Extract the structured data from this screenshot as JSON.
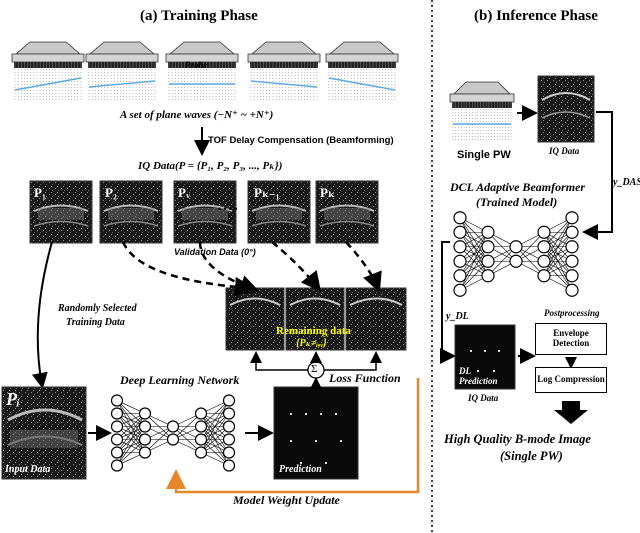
{
  "training": {
    "title": "(a) Training Phase",
    "probe_label": "Probe",
    "plane_waves": "A set of plane waves (−N⁺ ~ +N⁺)",
    "tof": "TOF Delay Compensation (Beamforming)",
    "iq_data": "IQ Data(P = {P₁, P₂, P₃, ..., Pₖ})",
    "frames": [
      "P₁",
      "P₂",
      "Pᵥ",
      "Pₖ₋₁",
      "Pₖ"
    ],
    "dots": "• • • •",
    "validation": "Validation Data (0°)",
    "remaining": "Remaining data",
    "remaining_sub": "{Pₖ≠ᵢ,ᵥ}",
    "randomly": "Randomly Selected",
    "training_data": "Training Data",
    "pi": "Pᵢ",
    "input_data": "Input Data",
    "dl_network": "Deep Learning Network",
    "sigma": "Σ",
    "loss": "Loss Function",
    "prediction": "Prediction",
    "weight_update": "Model Weight Update"
  },
  "inference": {
    "title": "(b) Inference Phase",
    "single_pw": "Single PW",
    "iq_data": "IQ Data",
    "y_das": "y_DAS",
    "dcl_title": "DCL Adaptive Beamformer",
    "dcl_sub": "(Trained Model)",
    "y_dl": "y_DL",
    "postprocessing": "Postprocessing",
    "envelope": "Envelope Detection",
    "log": "Log Compression",
    "dl_prediction_1": "DL",
    "dl_prediction_2": "Prediction",
    "iq_data2": "IQ Data",
    "hq1": "High Quality B-mode Image",
    "hq2": "(Single PW)"
  },
  "colors": {
    "arrow_orange": "#e8862a",
    "remaining_text": "#ffff00",
    "wave_blue": "#5aa9e6"
  }
}
